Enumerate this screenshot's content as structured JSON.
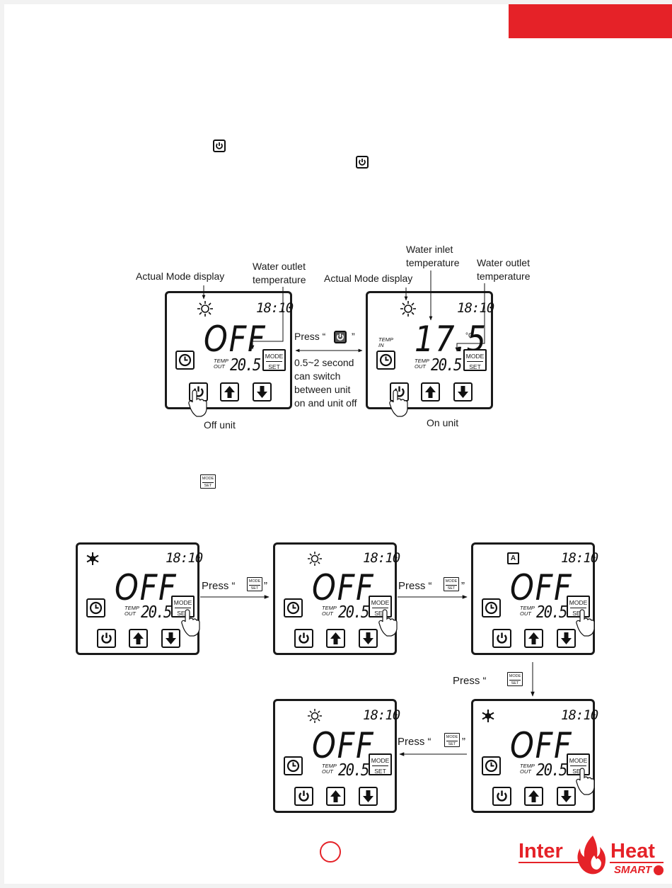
{
  "diagram1": {
    "left_labels": {
      "mode_display": "Actual Mode display",
      "outlet_1": "Water outlet",
      "outlet_2": "temperature"
    },
    "right_labels": {
      "mode_display": "Actual Mode display",
      "inlet_1": "Water inlet",
      "inlet_2": "temperature",
      "outlet_1": "Water outlet",
      "outlet_2": "temperature"
    },
    "press_pre": "Press “",
    "press_post": "”",
    "instructions": [
      "0.5~2 second",
      "can switch",
      "between unit",
      "on and unit off"
    ],
    "off_caption": "Off unit",
    "on_caption": "On unit"
  },
  "lcd": {
    "clock": "18:10",
    "off_text": "OFF",
    "outlet_temp": "20.5",
    "inlet_temp": "17.5",
    "unit": "°C",
    "temp_label": "TEMP",
    "out_label": "OUT",
    "in_label": "IN",
    "mode_label": "MODE",
    "set_label": "SET"
  },
  "diagram2": {
    "press_pre": "Press “",
    "press_post": "”",
    "press_down_pre": "Press “",
    "mode_a_letter": "A"
  },
  "colors": {
    "brand_red": "#e52228",
    "lcd_ink": "#111111"
  },
  "logo": {
    "inter": "Inter",
    "heat": "Heat",
    "smart": "SMART"
  }
}
